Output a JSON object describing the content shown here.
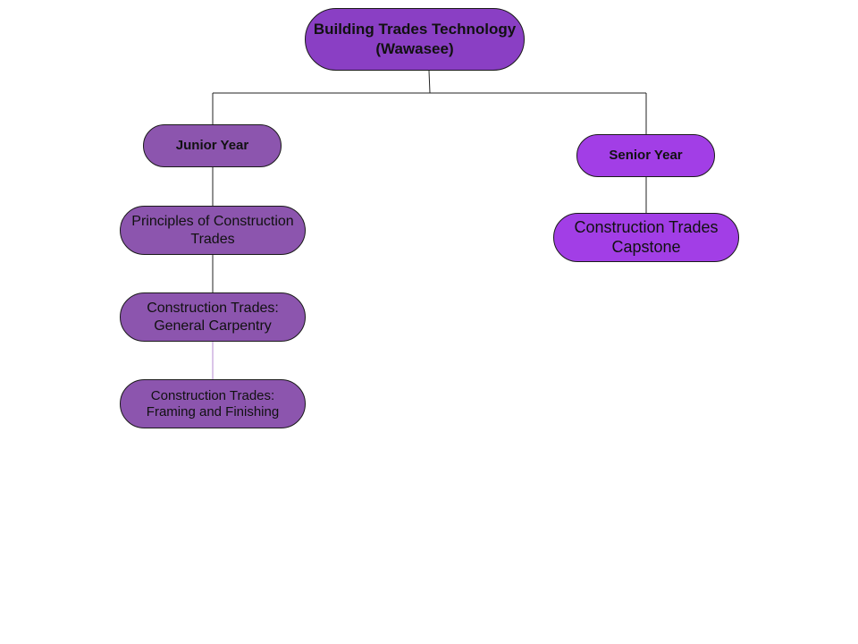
{
  "root": {
    "label": "Building Trades Technology (Wawasee)"
  },
  "branches": [
    {
      "year": "Junior Year",
      "courses": [
        "Principles of Construction Trades",
        "Construction Trades: General Carpentry",
        "Construction Trades: Framing and Finishing"
      ]
    },
    {
      "year": "Senior Year",
      "courses": [
        "Construction Trades Capstone"
      ]
    }
  ],
  "colors": {
    "root_fill": "#8a3fc4",
    "junior_fill": "#8c55ae",
    "senior_fill": "#a23ee6",
    "line": "#222222",
    "faint_line": "#b48ad0"
  }
}
